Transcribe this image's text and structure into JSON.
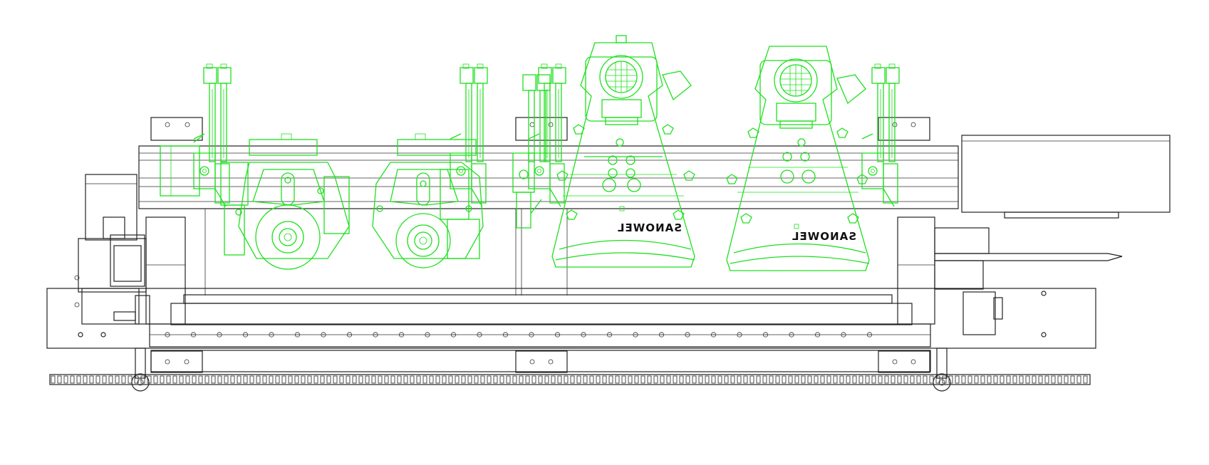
{
  "drawing": {
    "line_colors": {
      "frame": "#222222",
      "heads": "#1ee01e",
      "background": "#ffffff"
    },
    "logos": [
      {
        "text": "SANOWEL",
        "mirrored": true
      },
      {
        "text": "SANOWEL",
        "mirrored": true
      }
    ],
    "station_counts": {
      "small_heads": 2,
      "large_heads": 2,
      "pneumatic_columns": 5
    }
  }
}
